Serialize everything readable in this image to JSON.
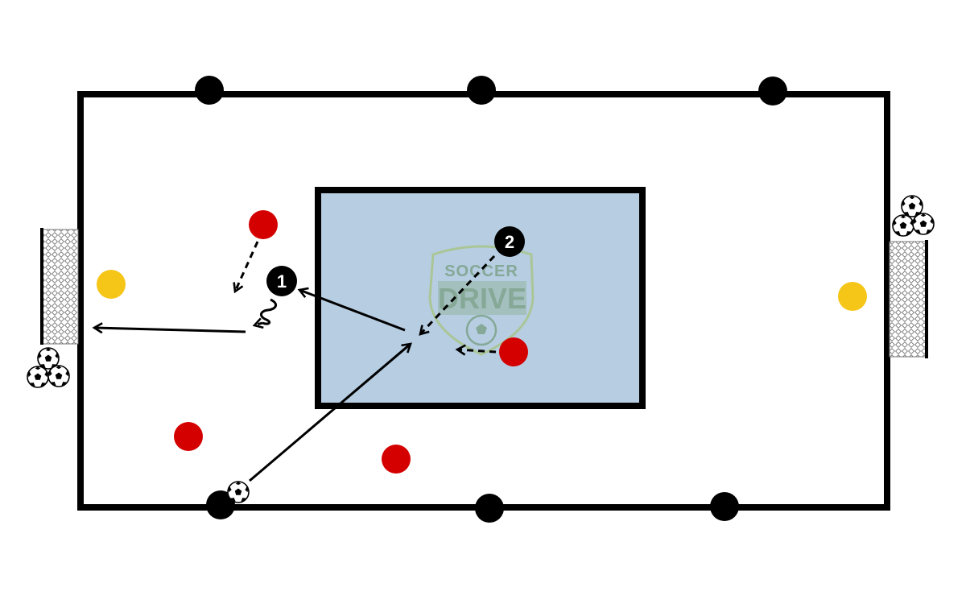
{
  "logo": {
    "top_word": "SOCCER",
    "main_word": "DRIVE"
  },
  "player_labels": {
    "one": "1",
    "two": "2"
  },
  "colors": {
    "pitch_line": "#000000",
    "center_zone": "#b6cde2",
    "red_player": "#d40000",
    "yellow_player": "#f5c518",
    "neutral_player": "#000000",
    "logo": "#7da28a"
  }
}
